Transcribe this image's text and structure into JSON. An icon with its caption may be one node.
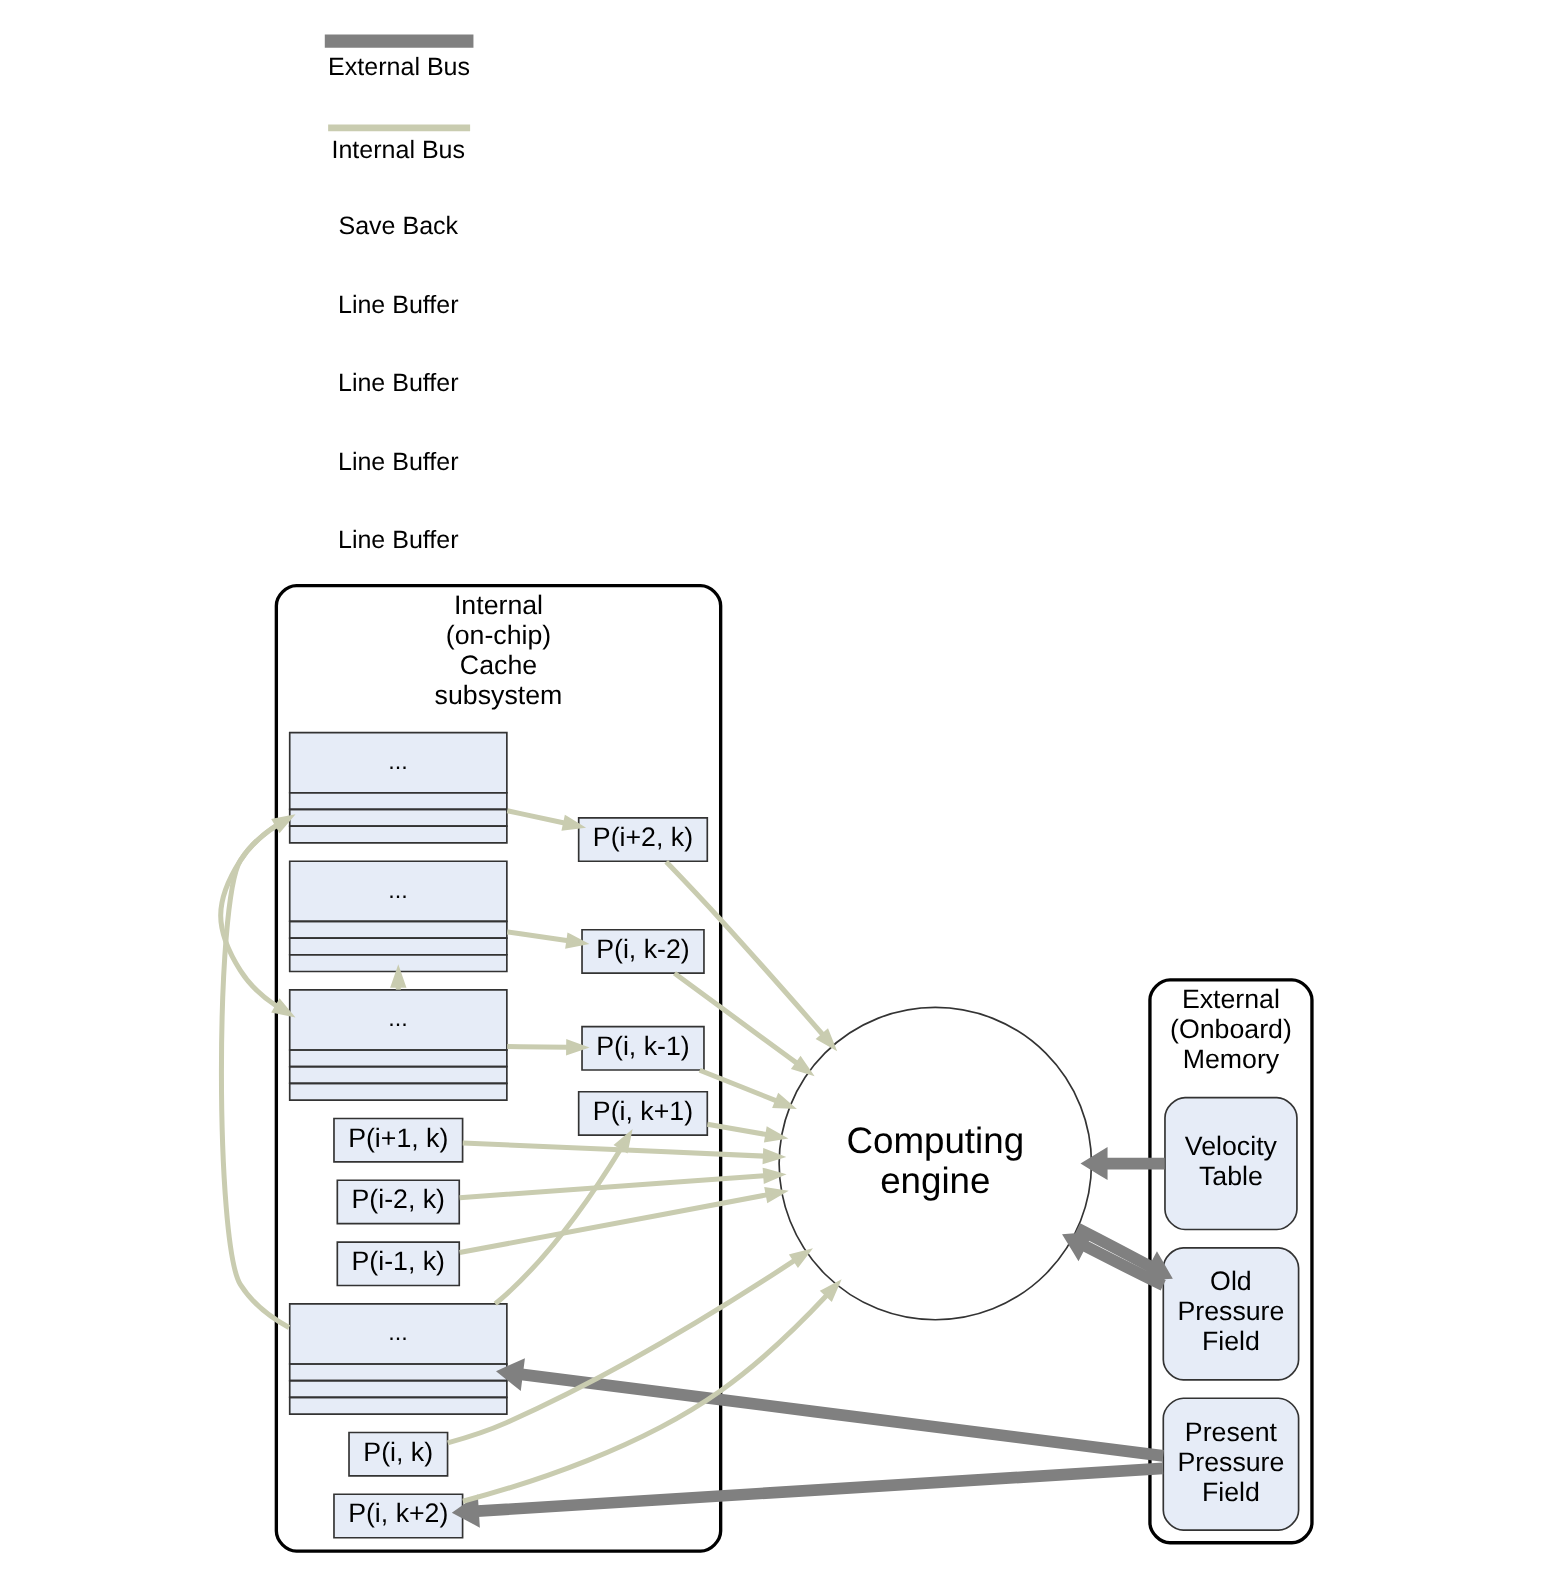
{
  "diagram": {
    "nodes": [
      {
        "text": [
          "Internal (on-chip) Cache subsystem"
        ]
      },
      {
        "text": [
          "External (Onboard) Memory"
        ]
      },
      {
        "text": [
          "..."
        ],
        "in": 0
      },
      {
        "text": [
          "..."
        ],
        "in": 0
      },
      {
        "text": [
          "..."
        ],
        "in": 0
      },
      {
        "text": [
          "..."
        ],
        "in": 0
      },
      {
        "text": [
          "P(i, k-2)"
        ],
        "in": 0
      },
      {
        "text": [
          "P(i, k-1)"
        ],
        "in": 0
      },
      {
        "text": [
          "P(i-2, k)"
        ],
        "in": 0
      },
      {
        "text": [
          "P(i-1, k)"
        ],
        "in": 0
      },
      {
        "text": [
          "P(i, k)"
        ],
        "in": 0
      },
      {
        "text": [
          "P(i+1, k)"
        ],
        "in": 0
      },
      {
        "text": [
          "P(i+2, k)"
        ],
        "in": 0
      },
      {
        "text": [
          "P(i, k+1)"
        ],
        "in": 0
      },
      {
        "text": [
          "P(i, k+2)"
        ],
        "in": 0
      },
      {
        "text": [
          "Computing engine"
        ]
      },
      {
        "text": [
          "Velocity Table"
        ],
        "in": 1
      },
      {
        "text": [
          "Old Pressure Field"
        ],
        "in": 1
      },
      {
        "text": [
          "Present Pressure Field"
        ],
        "in": 1
      }
    ],
    "edges": [
      {
        "from": 2,
        "to": 6,
        "arrow": "to"
      },
      {
        "from": 3,
        "to": 2,
        "arrow": "to"
      },
      {
        "from": 3,
        "to": 7,
        "arrow": "to"
      },
      {
        "from": 4,
        "to": 3,
        "arrow": "to"
      },
      {
        "from": 4,
        "to": 12,
        "arrow": "to"
      },
      {
        "from": 5,
        "to": 4,
        "arrow": "to"
      },
      {
        "from": 5,
        "to": 13,
        "arrow": "to"
      },
      {
        "from": 18,
        "to": 5,
        "arrow": "to",
        "style": "thick",
        "color": "#808080"
      },
      {
        "from": 18,
        "to": 14,
        "arrow": "to",
        "style": "thick",
        "color": "#808080"
      },
      {
        "from": 6,
        "to": 15,
        "arrow": "to"
      },
      {
        "from": 7,
        "to": 15,
        "arrow": "to"
      },
      {
        "from": 8,
        "to": 15,
        "arrow": "to"
      },
      {
        "from": 9,
        "to": 15,
        "arrow": "to"
      },
      {
        "from": 10,
        "to": 15,
        "arrow": "to"
      },
      {
        "from": 11,
        "to": 15,
        "arrow": "to"
      },
      {
        "from": 12,
        "to": 15,
        "arrow": "to"
      },
      {
        "from": 13,
        "to": 15,
        "arrow": "to"
      },
      {
        "from": 14,
        "to": 15,
        "arrow": "to"
      },
      {
        "from": 16,
        "to": 15,
        "arrow": "to",
        "style": "thick",
        "color": "#808080"
      },
      {
        "from": 17,
        "to": 15,
        "arrow": "to",
        "style": "thick",
        "color": "#808080"
      },
      {
        "from": 15,
        "to": 17,
        "arrow": "to",
        "style": "thick",
        "color": "#808080"
      }
    ],
    "labels": [
      "Line Buffer",
      "Line Buffer",
      "Line Buffer",
      "Line Buffer",
      "Save Back"
    ],
    "legend": [
      {
        "text": "External Bus"
      },
      {
        "text": "Internal Bus"
      }
    ]
  }
}
